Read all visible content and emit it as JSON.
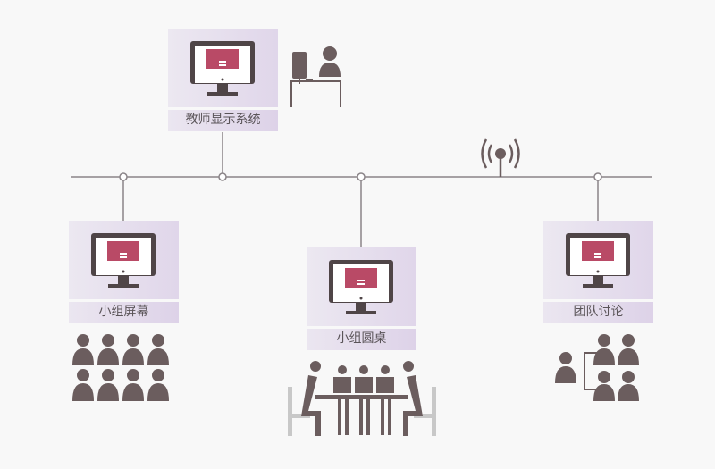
{
  "diagram": {
    "nodes": {
      "teacher": {
        "label": "教师显示系统",
        "icon": "monitor-icon"
      },
      "group_screen": {
        "label": "小组屏幕",
        "icon": "monitor-icon"
      },
      "group_table": {
        "label": "小组圆桌",
        "icon": "monitor-icon"
      },
      "team_discussion": {
        "label": "团队讨论",
        "icon": "monitor-icon"
      }
    },
    "icons": {
      "teacher_desk": "teacher-at-desk-icon",
      "wireless": "wireless-antenna-icon",
      "audience": "audience-group-icon",
      "round_table": "meeting-table-icon",
      "team": "team-hierarchy-icon"
    },
    "colors": {
      "background": "#f8f8f8",
      "line": "#8a8488",
      "figure": "#6b5d5e",
      "screen": "#b94a66",
      "monitor_frame": "#4f4547",
      "node_bg": "#e4dcec",
      "chair": "#c8c8c8"
    }
  }
}
